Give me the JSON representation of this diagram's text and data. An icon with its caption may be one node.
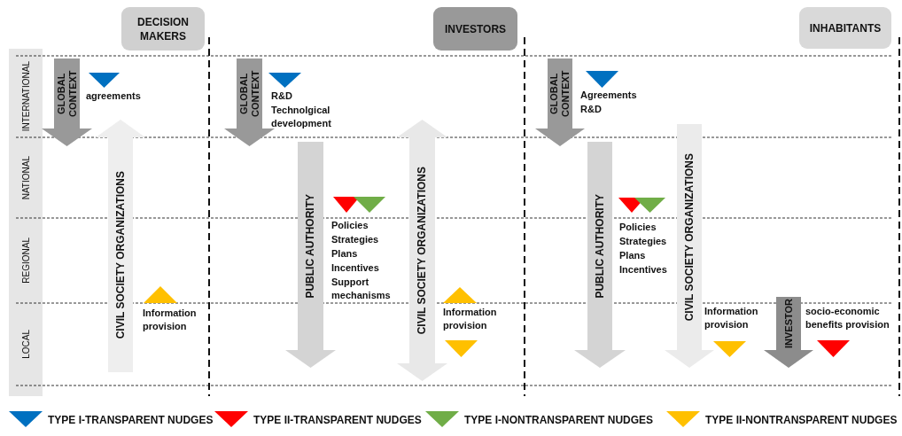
{
  "diagram": {
    "nodes": [
      {
        "text": [
          "DECISION MAKERS"
        ]
      },
      {
        "text": [
          "INVESTORS"
        ]
      },
      {
        "text": [
          "INHABITANTS"
        ]
      },
      {
        "text": [
          "GLOBAL CONTEXT"
        ]
      },
      {
        "text": [
          "CIVIL SOCIETY ORGANIZATIONS"
        ]
      },
      {
        "text": [
          "GLOBAL CONTEXT"
        ]
      },
      {
        "text": [
          "PUBLIC AUTHORITY"
        ]
      },
      {
        "text": [
          "CIVIL SOCIETY ORGANIZATIONS"
        ]
      },
      {
        "text": [
          "GLOBAL CONTEXT"
        ]
      },
      {
        "text": [
          "PUBLIC AUTHORITY"
        ]
      },
      {
        "text": [
          "CIVIL SOCIETY ORGANIZATIONS"
        ]
      },
      {
        "text": [
          "INVESTOR"
        ]
      }
    ],
    "edges": [],
    "labels": [
      "INTERNATIONAL",
      "NATIONAL",
      "REGIONAL",
      "LOCAL",
      "agreements",
      "Information provision",
      "R&D",
      "Technolgical development",
      "Policies",
      "Strategies",
      "Plans",
      "Incentives",
      "Support mechanisms",
      "Information provision",
      "Agreements",
      "R&D",
      "Policies",
      "Strategies",
      "Plans",
      "Incentives",
      "Information provision",
      "socio-economic benefits provision"
    ],
    "legend": [
      {
        "text": "TYPE I-TRANSPARENT NUDGES",
        "color": "#0070c0"
      },
      {
        "text": "TYPE II-TRANSPARENT NUDGES",
        "color": "#ff0000"
      },
      {
        "text": "TYPE I-NONTRANSPARENT NUDGES",
        "color": "#70ad47"
      },
      {
        "text": "TYPE II-NONTRANSPARENT NUDGES",
        "color": "#ffc000"
      }
    ]
  }
}
